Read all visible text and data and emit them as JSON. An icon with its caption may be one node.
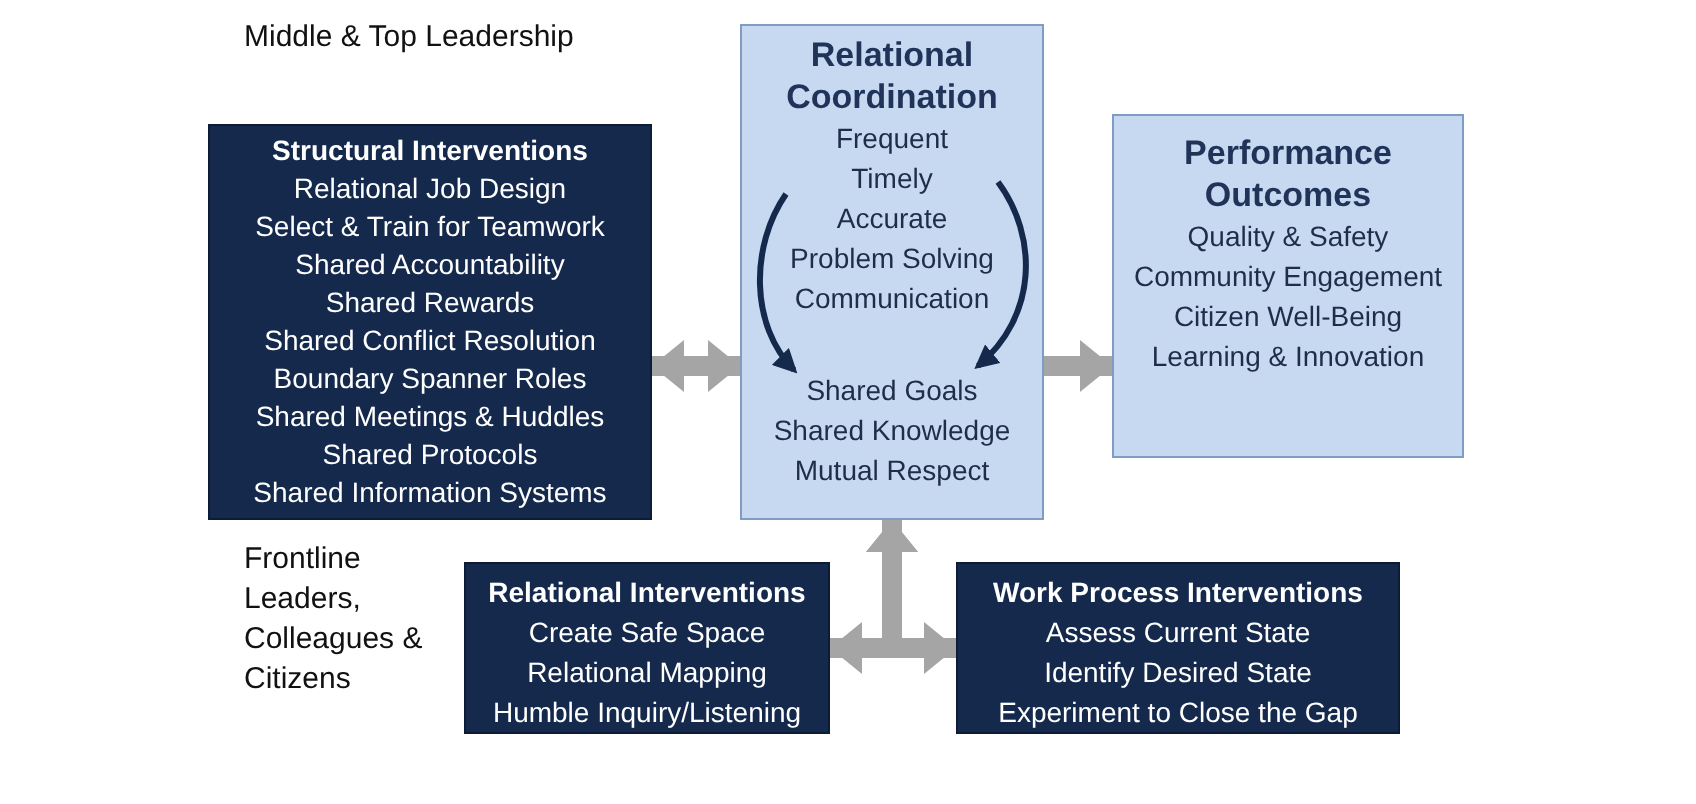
{
  "diagram": {
    "nodes": [
      {
        "text": [
          "Structural Interventions",
          "Relational Job Design",
          "Select & Train for Teamwork",
          "Shared Accountability",
          "Shared Rewards",
          "Shared Conflict Resolution",
          "Boundary Spanner Roles",
          "Shared Meetings & Huddles",
          "Shared Protocols",
          "Shared Information Systems"
        ]
      },
      {
        "text": [
          "Relational Coordination",
          "Frequent",
          "Timely",
          "Accurate",
          "Problem Solving",
          "Communication",
          "Shared Goals",
          "Shared Knowledge",
          "Mutual Respect"
        ]
      },
      {
        "text": [
          "Performance Outcomes",
          "Quality & Safety",
          "Community Engagement",
          "Citizen Well-Being",
          "Learning & Innovation"
        ]
      },
      {
        "text": [
          "Relational Interventions",
          "Create Safe Space",
          "Relational Mapping",
          "Humble Inquiry/Listening"
        ]
      },
      {
        "text": [
          "Work Process Interventions",
          "Assess Current State",
          "Identify Desired State",
          "Experiment to Close the Gap"
        ]
      }
    ],
    "edges": [
      {
        "from": 0,
        "to": 1,
        "arrow": "both"
      },
      {
        "from": 1,
        "to": 2,
        "arrow": "to"
      },
      {
        "from": 3,
        "to": 1,
        "arrow": "both"
      },
      {
        "from": 4,
        "to": 1,
        "arrow": "both"
      }
    ],
    "labels": [
      "Middle & Top Leadership",
      "Frontline Leaders, Colleagues & Citizens"
    ]
  }
}
